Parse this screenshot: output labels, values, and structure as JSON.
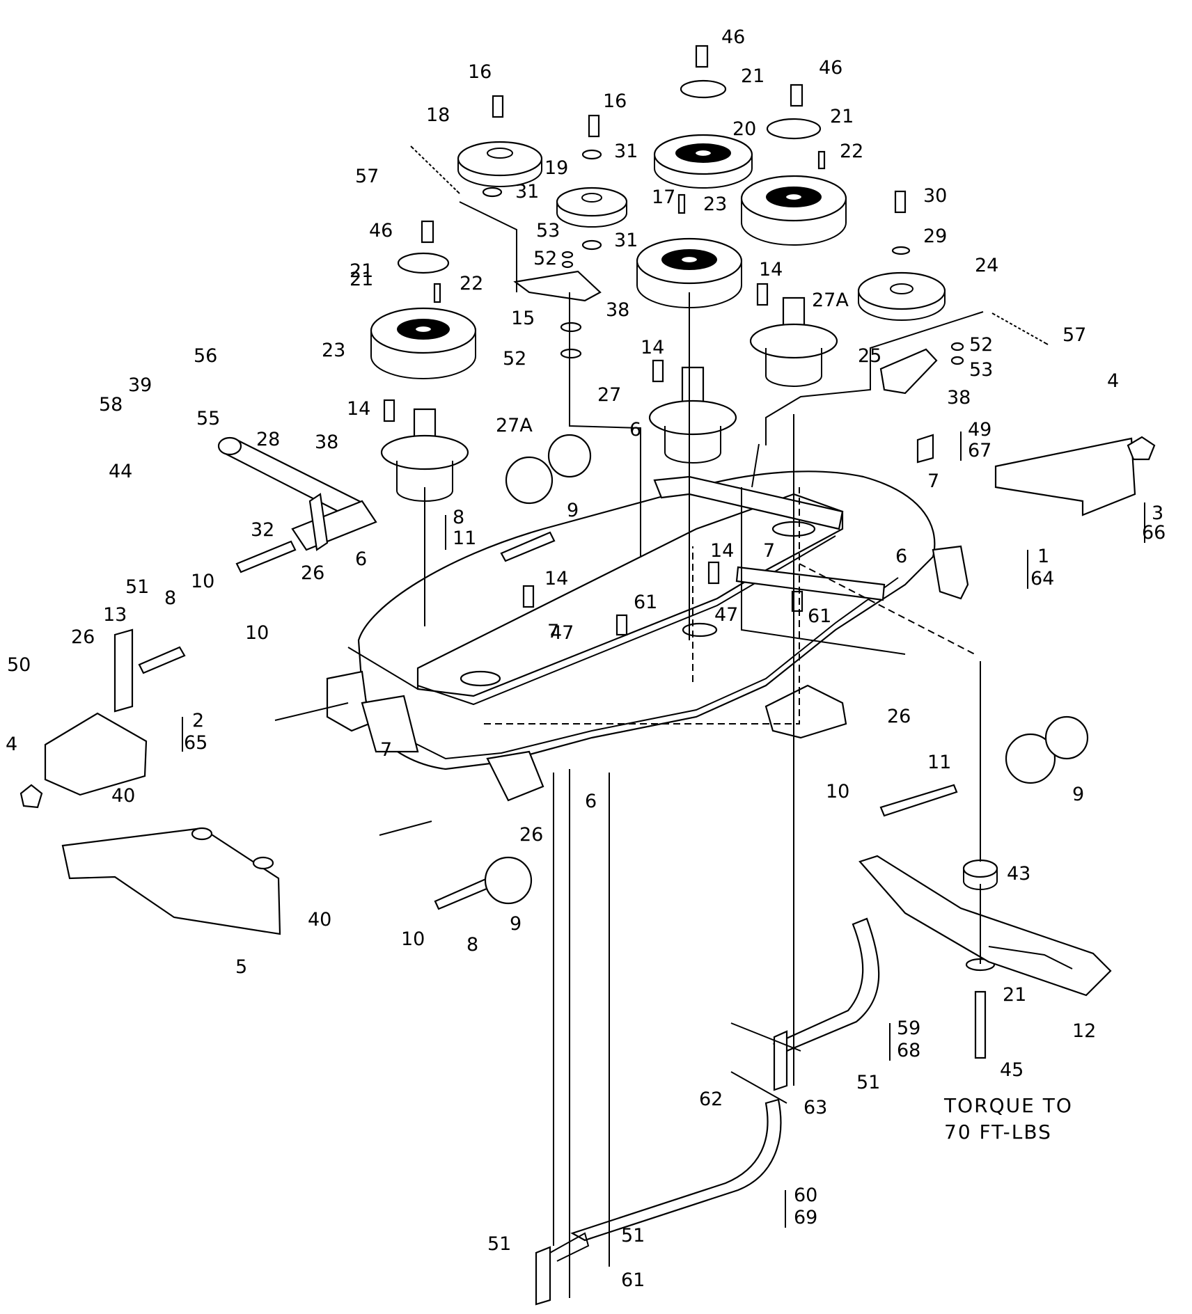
{
  "labels": {
    "p46a": "46",
    "p21a": "21",
    "p46b": "46",
    "p16a": "16",
    "p16b": "16",
    "p20": "20",
    "p21b": "21",
    "p18": "18",
    "p31a": "31",
    "p22a": "22",
    "p57a": "57",
    "p19": "19",
    "p31b": "31",
    "p17": "17",
    "p23a": "23",
    "p30": "30",
    "p46c": "46",
    "p53a": "53",
    "p31c": "31",
    "p29": "29",
    "p52a": "52",
    "p21c": "21",
    "p21d": "21",
    "p22b": "22",
    "p14a": "14",
    "p24": "24",
    "p27Aa": "27A",
    "p15": "15",
    "p38a": "38",
    "p57b": "57",
    "p23b": "23",
    "p52b": "52",
    "p25": "25",
    "p52c": "52",
    "p53b": "53",
    "p14b": "14",
    "p27": "27",
    "p38b": "38",
    "p4a": "4",
    "p56": "56",
    "p39": "39",
    "p58": "58",
    "p55": "55",
    "p14c": "14",
    "p27Ab": "27A",
    "p6a": "6",
    "p49": "49",
    "p67": "67",
    "p44": "44",
    "p38c": "38",
    "p28": "28",
    "p7a": "7",
    "p3": "3",
    "p66": "66",
    "p9a": "9",
    "p8a": "8",
    "p11a": "11",
    "p1": "1",
    "p64": "64",
    "p32": "32",
    "p7b": "7",
    "p6b": "6",
    "p14d": "14",
    "p6c": "6",
    "p26a": "26",
    "p51a": "51",
    "p8b": "8",
    "p10a": "10",
    "p14e": "14",
    "p47a": "47",
    "p61a": "61",
    "p61b": "61",
    "p13": "13",
    "p26b": "26",
    "p10b": "10",
    "p7c": "7",
    "p47b": "47",
    "p50": "50",
    "p2": "2",
    "p65": "65",
    "p26c": "26",
    "p7d": "7",
    "p4b": "4",
    "p11b": "11",
    "p9b": "9",
    "p10c": "10",
    "p6d": "6",
    "p40a": "40",
    "p26d": "26",
    "p43": "43",
    "p40b": "40",
    "p9c": "9",
    "p10d": "10",
    "p8c": "8",
    "p5": "5",
    "p21e": "21",
    "p12": "12",
    "p59": "59",
    "p68": "68",
    "p45": "45",
    "p51b": "51",
    "p63": "63",
    "p62": "62",
    "p60": "60",
    "p69": "69",
    "p51c": "51",
    "p51d": "51",
    "p61c": "61"
  },
  "note": {
    "line1": "TORQUE TO",
    "line2": "70 FT-LBS"
  }
}
